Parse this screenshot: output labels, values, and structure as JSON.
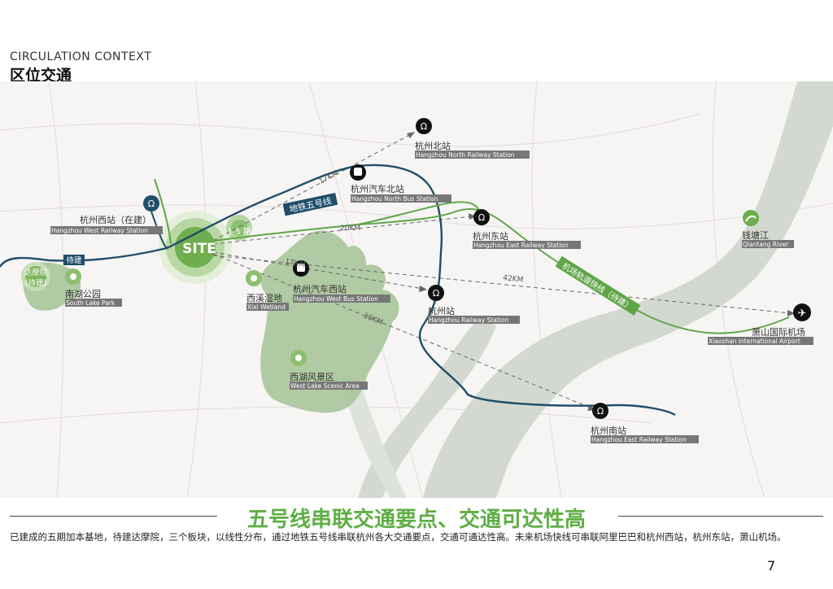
{
  "title_en": "CIRCULATION CONTEXT",
  "title_cn": "区位交通",
  "headline": "五号线串联交通要点、交通可达性高",
  "summary": "已建成的五期加本基地，待建达摩院，三个板块，以线性分布，通过地铁五号线串联杭州各大交通要点，交通可通达性高。未来机场快线可串联阿里巴巴和杭州西站，杭州东站，萧山机场。",
  "page_number": "7",
  "site": {
    "label": "SITE",
    "phase": "1-5 期"
  },
  "damo": {
    "line1": "达摩院",
    "line2": "(待建)",
    "tag": "待建"
  },
  "line_labels": {
    "metro5": "地铁五号线",
    "airport_express": "机场轨道快线（待建）"
  },
  "distances": {
    "d17_north": "17KM",
    "d20": "20KM",
    "d17_south": "17KM",
    "d30": "30KM",
    "d42": "42KM"
  },
  "places": {
    "west_station": {
      "cn": "杭州西站（在建）",
      "en": "Hangzhou West Railway Station"
    },
    "north_station": {
      "cn": "杭州北站",
      "en": "Hangzhou North Railway Station"
    },
    "north_bus": {
      "cn": "杭州汽车北站",
      "en": "Hangzhou North Bus Station"
    },
    "east_station": {
      "cn": "杭州东站",
      "en": "Hangzhou East Railway Station"
    },
    "west_bus": {
      "cn": "杭州汽车西站",
      "en": "Hangzhou West Bus Station"
    },
    "hz_station": {
      "cn": "杭州站",
      "en": "Hangzhou Railway Station"
    },
    "south_station": {
      "cn": "杭州南站",
      "en": "Hangzhou East Railway Station"
    },
    "airport": {
      "cn": "萧山国际机场",
      "en": "Xiaoshan International Airport"
    },
    "qiantang": {
      "cn": "钱塘江",
      "en": "Qiantang River"
    },
    "xixi": {
      "cn": "西溪湿地",
      "en": "Xixi Wetland"
    },
    "west_lake": {
      "cn": "西湖风景区",
      "en": "West Lake Scenic Area"
    },
    "south_lake": {
      "cn": "南湖公园",
      "en": "South Lake Park"
    }
  },
  "colors": {
    "metro": "#1f4e6b",
    "green_line": "#5fa548",
    "park": "#a9c59a",
    "river": "#d3d9d1",
    "headline": "#5fae45"
  }
}
